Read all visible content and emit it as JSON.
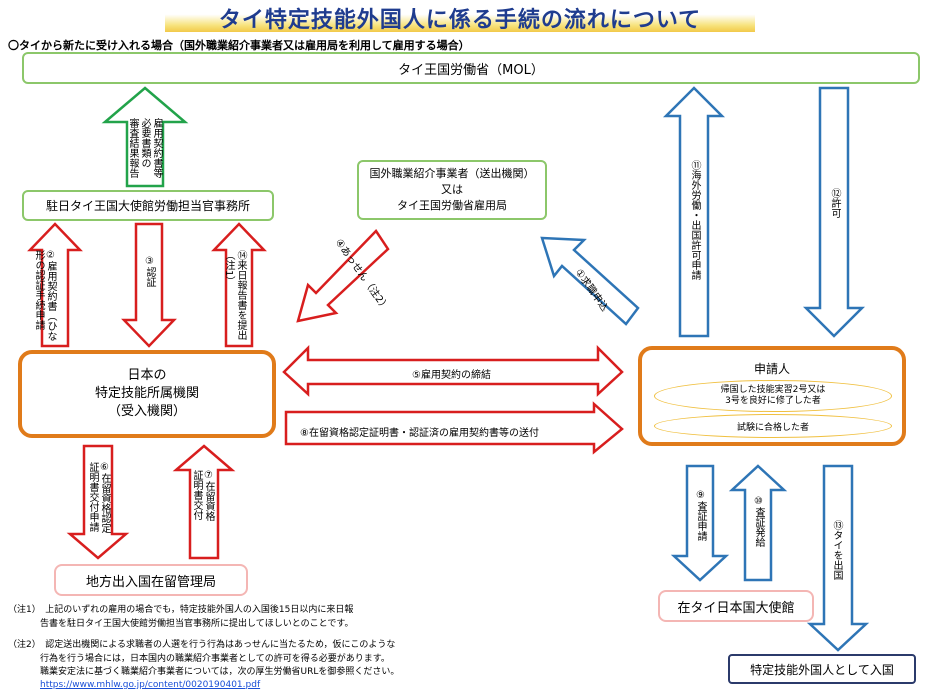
{
  "title": "タイ特定技能外国人に係る手続の流れについて",
  "subtitle": "〇タイから新たに受け入れる場合（国外職業紹介事業者又は雇用局を利用して雇用する場合）",
  "boxes": {
    "mol": "タイ王国労働省（MOL）",
    "embassy_labor": "駐日タイ王国大使館労働担当官事務所",
    "agency_line1": "国外職業紹介事業者（送出機関）",
    "agency_line2": "又は",
    "agency_line3": "タイ王国労働省雇用局",
    "org_line1": "日本の",
    "org_line2": "特定技能所属機関",
    "org_line3": "（受入機関）",
    "applicant": "申請人",
    "applicant_cond1_line1": "帰国した技能実習2号又は",
    "applicant_cond1_line2": "3号を良好に修了した者",
    "applicant_cond2": "試験に合格した者",
    "immigration": "地方出入国在留管理局",
    "jp_embassy": "在タイ日本国大使館",
    "entry": "特定技能外国人として入国"
  },
  "arrows": {
    "a_report": "雇用契約書等\n必要書類の\n審査結果報告",
    "a2": "②雇用契約書（ひな\n形の認証手続申請",
    "a3": "③認証",
    "a14": "⑭来日報告書を提出\n（注1）",
    "a4": "④あっせん（注2）",
    "a1": "①求職申込",
    "a11": "⑪海外労働・出国許可申請",
    "a12": "⑫許可",
    "a5": "⑤雇用契約の締結",
    "a8": "⑧在留資格認定証明書・認証済の雇用契約書等の送付",
    "a6": "⑥在留資格認定\n証明書交付申請",
    "a7": "⑦在留資格\n証明書交付",
    "a9": "⑨査証申請",
    "a10": "⑩査証発給",
    "a13": "⑬タイを出国"
  },
  "notes": {
    "n1_line1": "（注1）　上記のいずれの雇用の場合でも，特定技能外国人の入国後15日以内に来日報",
    "n1_line2": "告書を駐日タイ王国大使館労働担当官事務所に提出してほしいとのことです。",
    "n2_line1": "（注2）　認定送出機関による求職者の人選を行う行為はあっせんに当たるため，仮にこのような",
    "n2_line2": "行為を行う場合には，日本国内の職業紹介事業者としての許可を得る必要があります。",
    "n2_line3": "職業安定法に基づく職業紹介事業者については，次の厚生労働省URLを御参照ください。",
    "url": "https://www.mhlw.go.jp/content/0020190401.pdf"
  },
  "colors": {
    "green": "#22a34a",
    "red": "#d81e1e",
    "blue": "#2e75b6",
    "orange": "#e07b1a",
    "title": "#1f3c8f"
  }
}
